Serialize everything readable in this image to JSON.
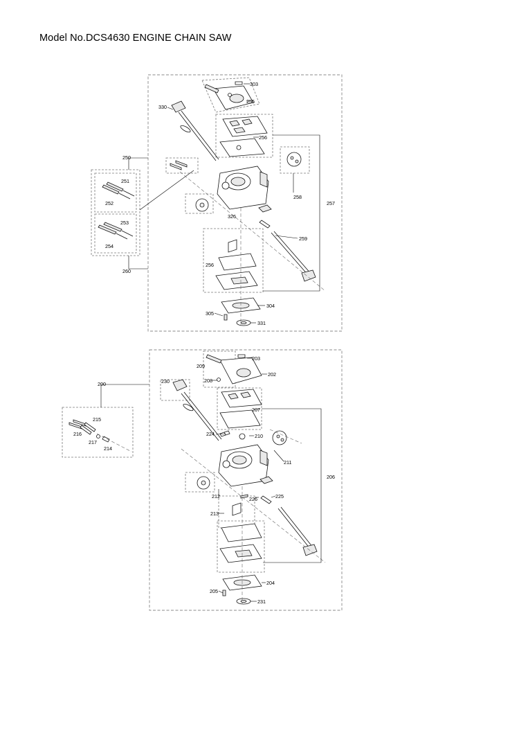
{
  "page": {
    "title": "Model No.DCS4630 ENGINE CHAIN SAW"
  },
  "diagram1": {
    "labels": {
      "p303": "303",
      "p255": "255",
      "p330": "330",
      "p256a": "256",
      "p257": "257",
      "p250": "250",
      "p251": "251",
      "p252": "252",
      "p253": "253",
      "p254": "254",
      "p258": "258",
      "p326": "326",
      "p259": "259",
      "p256b": "256",
      "p260": "260",
      "p304": "304",
      "p305": "305",
      "p331": "331"
    }
  },
  "diagram2": {
    "labels": {
      "p209": "209",
      "p203": "203",
      "p208": "208",
      "p202": "202",
      "p200": "200",
      "p230": "230",
      "p207": "207",
      "p215": "215",
      "p216": "216",
      "p217": "217",
      "p214": "214",
      "p224": "224",
      "p210": "210",
      "p211": "211",
      "p206": "206",
      "p212": "212",
      "p226": "226",
      "p225": "225",
      "p213": "213",
      "p204": "204",
      "p205": "205",
      "p231": "231"
    }
  }
}
